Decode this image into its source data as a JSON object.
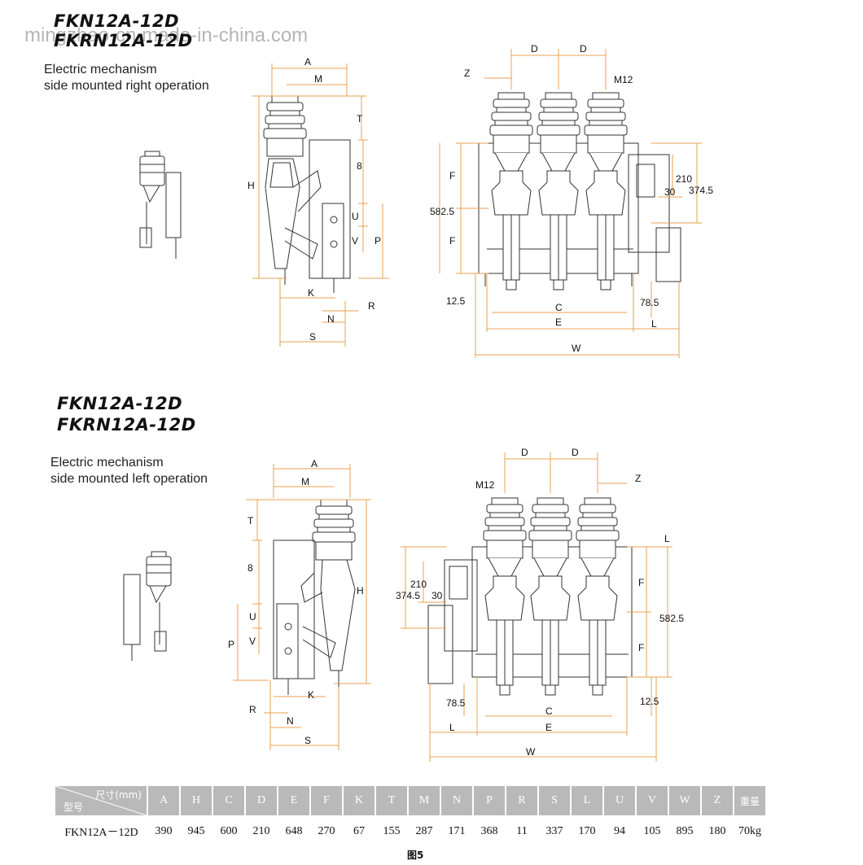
{
  "watermark": "mingzhao-cn.made-in-china.com",
  "top": {
    "title_line1": "FKN12A-12D",
    "title_line2": "FKRN12A-12D",
    "subtitle_line1": "Electric mechanism",
    "subtitle_line2": "side mounted right operation",
    "side_labels": {
      "A": "A",
      "M": "M",
      "T": "T",
      "8": "8",
      "H": "H",
      "U": "U",
      "V": "V",
      "P": "P",
      "K": "K",
      "R": "R",
      "N": "N",
      "S": "S"
    },
    "front_labels": {
      "D": "D",
      "Z": "Z",
      "M12": "M12",
      "F": "F",
      "F2": "F",
      "d210": "210",
      "d30": "30",
      "d374": "374.5",
      "d582": "582.5",
      "d12": "12.5",
      "d78": "78.5",
      "C": "C",
      "E": "E",
      "L": "L",
      "W": "W"
    }
  },
  "bottom": {
    "title_line1": "FKN12A-12D",
    "title_line2": "FKRN12A-12D",
    "subtitle_line1": "Electric mechanism",
    "subtitle_line2": "side mounted left operation",
    "side_labels": {
      "A": "A",
      "M": "M",
      "T": "T",
      "8": "8",
      "H": "H",
      "U": "U",
      "V": "V",
      "P": "P",
      "K": "K",
      "R": "R",
      "N": "N",
      "S": "S"
    },
    "front_labels": {
      "D": "D",
      "Z": "Z",
      "M12": "M12",
      "F": "F",
      "F2": "F",
      "d210": "210",
      "d30": "30",
      "d374": "374.5",
      "d582": "582.5",
      "d12": "12.5",
      "d78": "78.5",
      "C": "C",
      "E": "E",
      "L": "L",
      "W": "W"
    }
  },
  "table": {
    "header_top": "尺寸(mm)",
    "header_bottom": "型号",
    "columns": [
      "A",
      "H",
      "C",
      "D",
      "E",
      "F",
      "K",
      "T",
      "M",
      "N",
      "P",
      "R",
      "S",
      "L",
      "U",
      "V",
      "W",
      "Z",
      "重量"
    ],
    "rows": [
      {
        "model": "FKN12A－12D",
        "values": [
          "390",
          "945",
          "600",
          "210",
          "648",
          "270",
          "67",
          "155",
          "287",
          "171",
          "368",
          "11",
          "337",
          "170",
          "94",
          "105",
          "895",
          "180",
          "70kg"
        ]
      }
    ]
  },
  "caption": "图5",
  "colors": {
    "dimension_line": "#e8a050",
    "drawing_line": "#333333",
    "table_header": "#b9b9b9"
  }
}
